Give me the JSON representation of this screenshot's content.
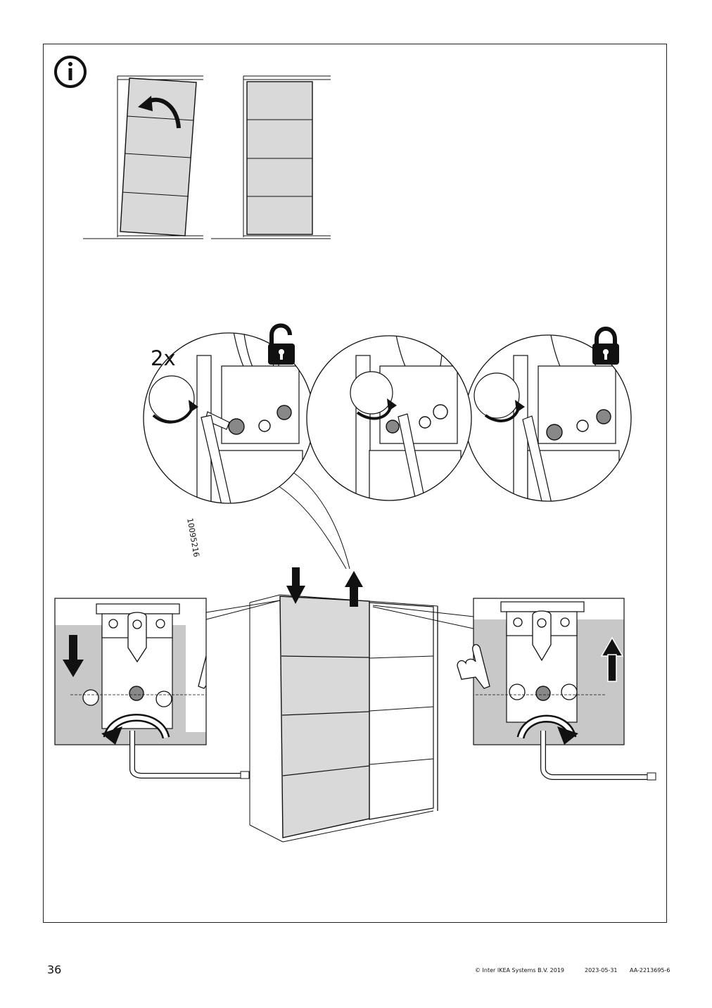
{
  "page": {
    "number": "36",
    "copyright": "© Inter IKEA Systems B.V. 2019",
    "date": "2023-05-31",
    "doc_id": "AA-2213695-6"
  },
  "step": {
    "quantity": "2x",
    "tool_code": "10095216",
    "icons": [
      "info-icon",
      "unlock-icon",
      "lock-icon",
      "rotate-arrow-icon",
      "hex-key-icon",
      "arrow-down-icon",
      "arrow-up-icon",
      "pointing-hand-icon"
    ],
    "colors": {
      "panel_gray": "#d9d9d9",
      "ink": "#111111",
      "background_gray": "#c8c8c8"
    }
  }
}
